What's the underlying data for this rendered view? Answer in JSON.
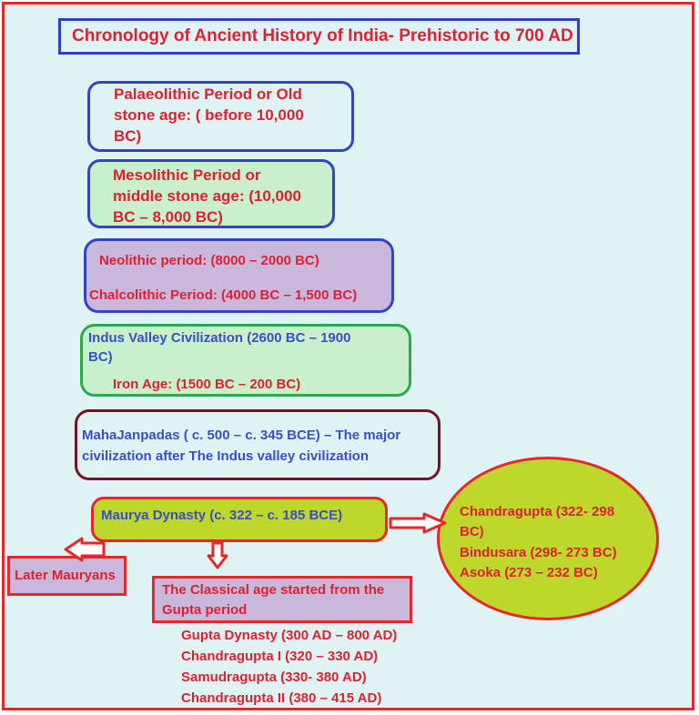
{
  "title": "Chronology of Ancient History of India- Prehistoric to 700 AD",
  "palaeolithic": [
    "Palaeolithic Period or Old",
    "stone age: ( before 10,000",
    "BC)"
  ],
  "mesolithic": [
    "Mesolithic Period or",
    "middle stone age: (10,000",
    "BC – 8,000 BC)"
  ],
  "neolithic": "Neolithic period:  (8000 – 2000 BC)",
  "chalcolithic": "Chalcolithic Period: (4000 BC – 1,500 BC)",
  "indus": [
    "Indus Valley Civilization (2600 BC – 1900",
    "BC)"
  ],
  "iron_age": "Iron Age: (1500 BC – 200 BC)",
  "mahajanapadas": [
    "MahaJanpadas ( c. 500 – c. 345 BCE) – The major",
    "civilization after The Indus valley civilization"
  ],
  "maurya": "Maurya Dynasty (c. 322 – c. 185 BCE)",
  "maurya_rulers": [
    "Chandragupta (322- 298",
    "BC)",
    "Bindusara (298- 273 BC)",
    "Asoka (273 – 232 BC)"
  ],
  "later_mauryans": "Later Mauryans",
  "classical": [
    "The Classical age started from the",
    "Gupta period"
  ],
  "gupta": [
    "Gupta Dynasty (300 AD – 800 AD)",
    "Chandragupta I (320 – 330 AD)",
    "Samudragupta (330- 380 AD)",
    "Chandragupta II (380 – 415 AD)"
  ],
  "colors": {
    "frame": "#e8262a",
    "background": "#dff3f4",
    "text_red": "#e02030",
    "text_blue": "#3a4ec8",
    "lime": "#bdd72a",
    "lavender": "#c9b8dc",
    "mint": "#c8f0cc"
  }
}
